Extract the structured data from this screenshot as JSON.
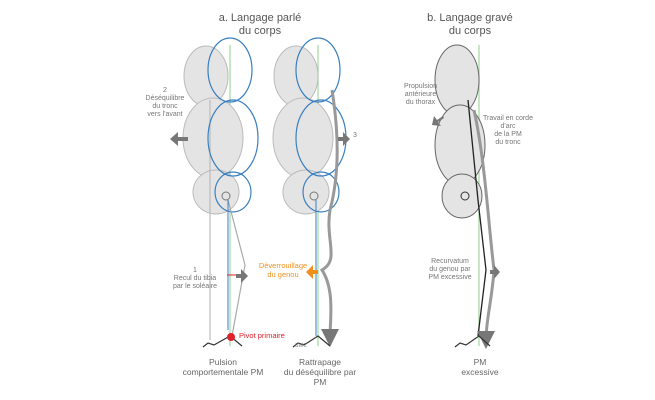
{
  "titles": {
    "a": "a. Langage parlé\ndu corps",
    "b": "b. Langage gravé\ndu corps"
  },
  "annotations": {
    "desequilibre": "2\nDéséquilibre\ndu tronc\nvers l'avant",
    "step3": "3",
    "recul": "1\nRecul du tibia\npar le soléaire",
    "pivot": "Pivot primaire",
    "deverrouillage": "Déverrouillage\ndu genou",
    "swc": "SWC",
    "propulsion": "Propulsion\nantérieure\ndu thorax",
    "travail": "Travail en corde\nd'arc\nde la PM\ndu tronc",
    "recurvatum": "Recurvatum\ndu genou par\nPM excessive"
  },
  "captions": {
    "fig1": "Pulsion\ncomportementale PM",
    "fig2": "Rattrapage\ndu déséquilibre par\nPM",
    "fig3": "PM\nexcessive"
  },
  "colors": {
    "grey_body": "#e4e4e4",
    "blue_body": "#3a7fc0",
    "plumb_line": "#9fd79f",
    "arrow": "#777777",
    "orange": "#f0901c",
    "red": "#e0202a"
  }
}
